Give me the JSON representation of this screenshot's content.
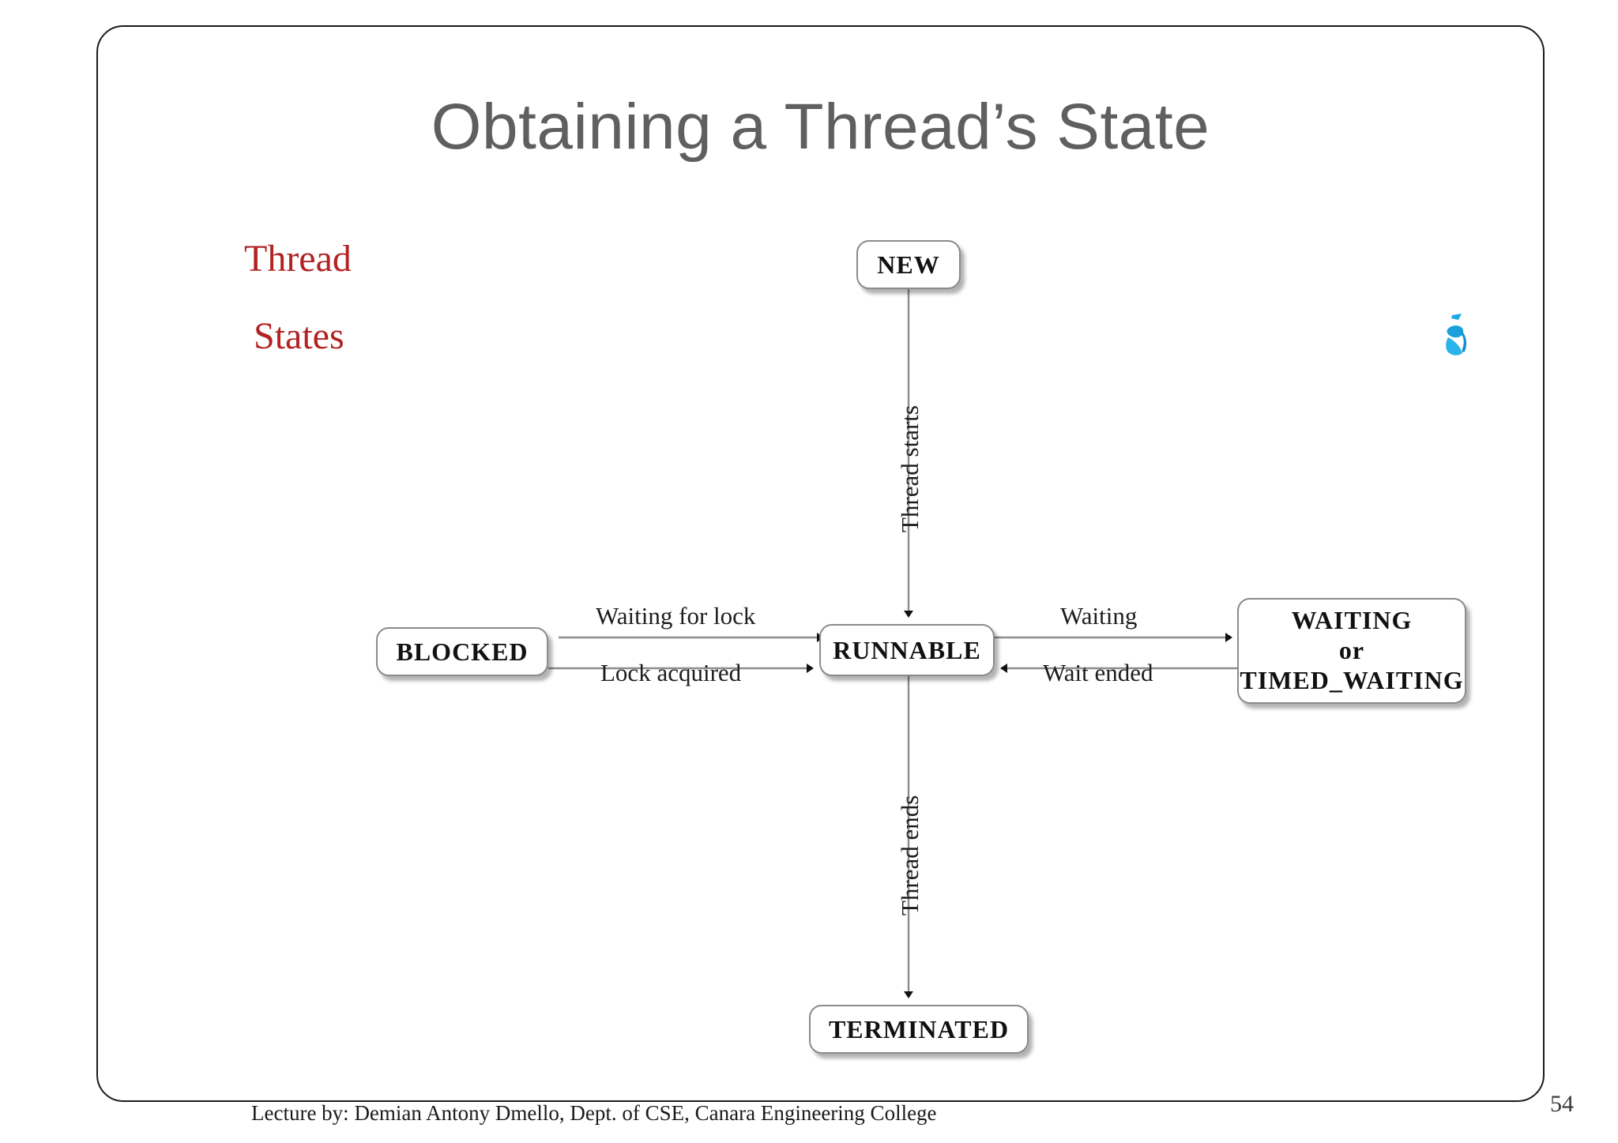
{
  "slide": {
    "title": "Obtaining a Thread’s State",
    "caption_line1": "Thread",
    "caption_line2": "States",
    "page_number": "54",
    "footer": "Lecture by: Demian  Antony Dmello,  Dept. of CSE,  Canara Engineering College",
    "colors": {
      "title": "#5f5f5f",
      "caption": "#B22222",
      "box_border": "#8b8b8b",
      "box_fill": "#ffffff",
      "edge": "#7a7a7a",
      "pen_mark": "#19a3e0",
      "slide_border": "#1a1a1a"
    }
  },
  "diagram": {
    "type": "state-transition-diagram",
    "states": [
      {
        "id": "new",
        "label": "NEW"
      },
      {
        "id": "runnable",
        "label": "RUNNABLE"
      },
      {
        "id": "blocked",
        "label": "BLOCKED"
      },
      {
        "id": "waiting",
        "label_line1": "WAITING",
        "label_line2": "or",
        "label_line3": "TIMED_WAITING"
      },
      {
        "id": "terminated",
        "label": "TERMINATED"
      }
    ],
    "transitions": [
      {
        "from": "new",
        "to": "runnable",
        "label": "Thread starts",
        "orientation": "vertical"
      },
      {
        "from": "runnable",
        "to": "terminated",
        "label": "Thread ends",
        "orientation": "vertical"
      },
      {
        "from": "runnable",
        "to": "blocked",
        "label": "Waiting for lock",
        "orientation": "horizontal"
      },
      {
        "from": "blocked",
        "to": "runnable",
        "label": "Lock acquired",
        "orientation": "horizontal"
      },
      {
        "from": "runnable",
        "to": "waiting",
        "label": "Waiting",
        "orientation": "horizontal"
      },
      {
        "from": "waiting",
        "to": "runnable",
        "label": "Wait ended",
        "orientation": "horizontal"
      }
    ]
  }
}
